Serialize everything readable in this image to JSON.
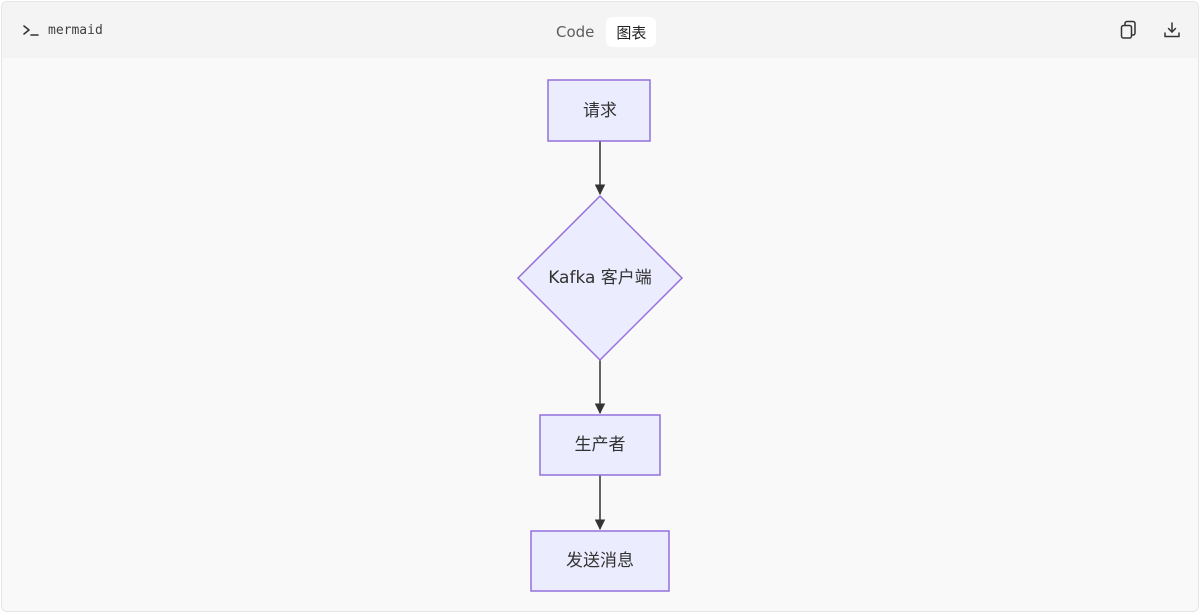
{
  "toolbar": {
    "language_label": "mermaid",
    "tabs": [
      {
        "label": "Code",
        "active": false
      },
      {
        "label": "图表",
        "active": true
      }
    ],
    "copy_icon": "copy-icon",
    "download_icon": "download-icon"
  },
  "diagram": {
    "nodes": [
      {
        "id": "request",
        "label": "请求",
        "shape": "rect"
      },
      {
        "id": "kafka_client",
        "label": "Kafka 客户端",
        "shape": "diamond"
      },
      {
        "id": "producer",
        "label": "生产者",
        "shape": "rect"
      },
      {
        "id": "send_message",
        "label": "发送消息",
        "shape": "rect"
      }
    ],
    "edges": [
      {
        "from": "request",
        "to": "kafka_client"
      },
      {
        "from": "kafka_client",
        "to": "producer"
      },
      {
        "from": "producer",
        "to": "send_message"
      }
    ],
    "colors": {
      "node_fill": "#ECECFF",
      "node_stroke": "#9370DB",
      "edge": "#333333",
      "background": "#F9F9F9"
    }
  }
}
